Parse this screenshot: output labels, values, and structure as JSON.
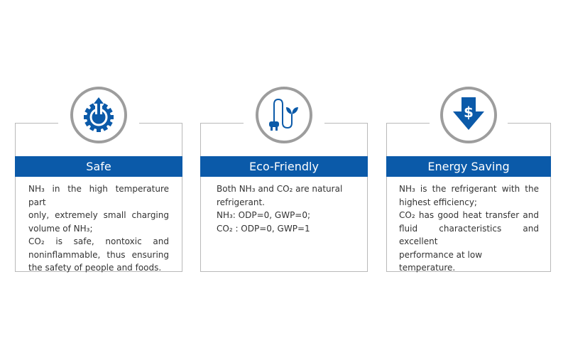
{
  "colors": {
    "accent": "#0b5aa9",
    "border": "#b9b9b9",
    "ring": "#9d9d9d"
  },
  "cards": [
    {
      "icon": "gear-power-icon",
      "title": "Safe",
      "lines": [
        "NH₃ in the high temperature part",
        "only, extremely small charging",
        "volume of NH₃;",
        "CO₂ is safe, nontoxic and",
        "noninflammable, thus ensuring",
        "the safety of people and foods."
      ]
    },
    {
      "icon": "plug-leaf-icon",
      "title": "Eco-Friendly",
      "lines": [
        "Both NH₃ and CO₂ are natural",
        "refrigerant.",
        "NH₃: ODP=0, GWP=0;",
        "CO₂ : ODP=0, GWP=1"
      ]
    },
    {
      "icon": "dollar-down-arrow-icon",
      "title": "Energy Saving",
      "lines": [
        "NH₃ is the refrigerant with the",
        "highest efficiency;",
        "CO₂ has good heat transfer and",
        "fluid characteristics and excellent",
        "performance at low temperature."
      ]
    }
  ]
}
